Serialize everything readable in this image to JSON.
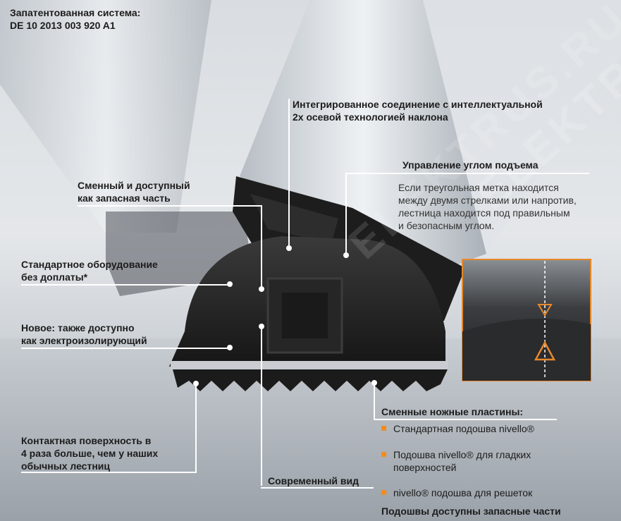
{
  "header": {
    "line1": "Запатентованная система:",
    "line2": "DE 10 2013 003 920 A1"
  },
  "callouts": {
    "integrated": {
      "line1": "Интегрированное соединение с интеллектуальной",
      "line2": "2х осевой технологией наклона"
    },
    "angle_control": {
      "title": "Управление углом подъема",
      "desc_line1": "Если треугольная метка находится",
      "desc_line2": "между двумя стрелками или напротив,",
      "desc_line3": "лестница находится под правильным",
      "desc_line4": "и безопасным углом."
    },
    "replaceable": {
      "line1": "Сменный и доступный",
      "line2": "как запасная часть"
    },
    "standard": {
      "line1": "Стандартное оборудование",
      "line2": "без доплаты*"
    },
    "new_electro": {
      "line1": "Новое: также доступно",
      "line2": "как электроизолирующий"
    },
    "contact": {
      "line1": "Контактная поверхность в",
      "line2": "4 раза больше, чем у наших",
      "line3": "обычных лестниц"
    },
    "modern": {
      "label": "Современный вид"
    },
    "foot_plates": {
      "title": "Сменные ножные пластины:",
      "item1": "Стандартная подошва nivello®",
      "item2_line1": "Подошва nivello® для гладких",
      "item2_line2": "поверхностей",
      "item3": "nivello® подошва для решеток",
      "footer": "Подошвы доступны запасные части"
    }
  },
  "watermark": "ELEKTRUS.RU",
  "colors": {
    "accent_bullet": "#f28c1e",
    "marker_orange": "#e8892a",
    "foot_dark": "#222222"
  }
}
